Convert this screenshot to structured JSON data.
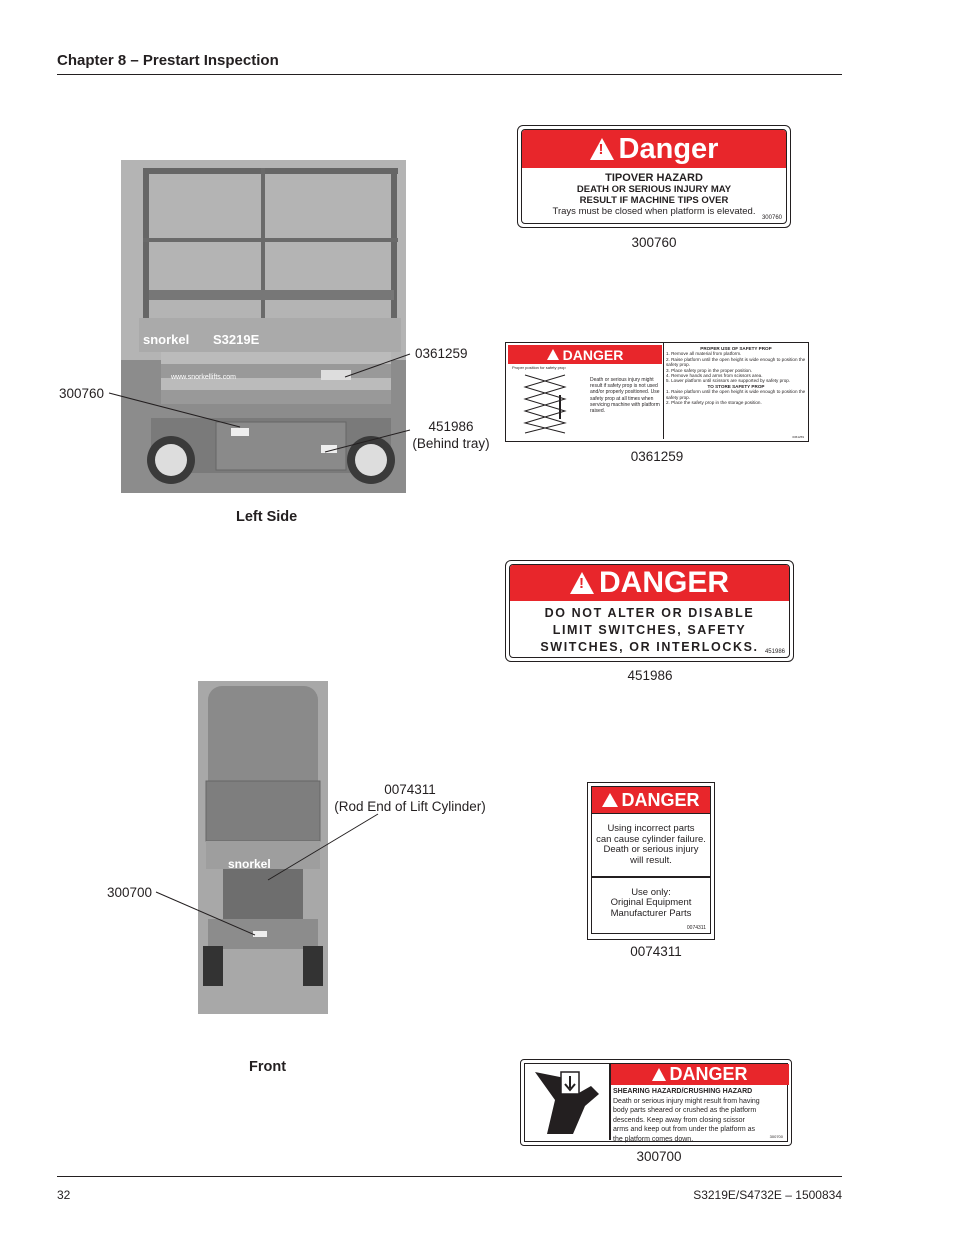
{
  "header": {
    "chapter_title": "Chapter 8 – Prestart Inspection"
  },
  "footer": {
    "page_number": "32",
    "doc_id": "S3219E/S4732E – 1500834"
  },
  "photos": {
    "left_side": {
      "caption": "Left Side",
      "brand": "snorkel",
      "model": "S3219E",
      "url": "www.snorkellifts.com",
      "callout_0361259": "0361259",
      "callout_300760": "300760",
      "callout_451986": "451986",
      "callout_451986_note": "(Behind tray)"
    },
    "front": {
      "caption": "Front",
      "brand": "snorkel",
      "callout_0074311": "0074311",
      "callout_0074311_note": "(Rod End of Lift Cylinder)",
      "callout_300700": "300700"
    }
  },
  "decals": {
    "d300760": {
      "signal": "Danger",
      "hazard": "TIPOVER HAZARD",
      "line1": "DEATH OR SERIOUS INJURY MAY",
      "line2": "RESULT IF MACHINE TIPS OVER",
      "line3": "Trays must be closed when platform is elevated.",
      "id": "300760",
      "label": "300760"
    },
    "d0361259": {
      "signal": "DANGER",
      "diagram_label": "Proper position for safety prop",
      "warning": "Death or serious injury might result if safety prop is not used and/or properly positioned. Use safety prop at all times when servicing machine with platform raised.",
      "proper_use_title": "PROPER USE OF SAFETY PROP",
      "proper_use_steps": [
        "1. Remove all material from platform.",
        "2. Raise platform until the open height is wide enough to position the safety prop.",
        "3. Place safety prop in the proper position.",
        "4. Remove hands and arms from scissors area.",
        "5. Lower platform until scissors are supported by safety prop."
      ],
      "store_title": "TO STORE SAFETY PROP",
      "store_steps": [
        "1. Raise platform until the open height is wide enough to position the safety prop.",
        "2. Place the safety prop in the storage position."
      ],
      "id": "0361259",
      "label": "0361259"
    },
    "d451986": {
      "signal": "DANGER",
      "line1": "DO NOT ALTER OR DISABLE",
      "line2": "LIMIT SWITCHES, SAFETY",
      "line3": "SWITCHES, OR INTERLOCKS.",
      "id": "451986",
      "label": "451986"
    },
    "d0074311": {
      "signal": "DANGER",
      "text1_l1": "Using incorrect parts",
      "text1_l2": "can cause cylinder failure.",
      "text1_l3": "Death or serious injury",
      "text1_l4": "will result.",
      "text2_l1": "Use only:",
      "text2_l2": "Original Equipment",
      "text2_l3": "Manufacturer Parts",
      "id": "0074311",
      "label": "0074311"
    },
    "d300700": {
      "signal": "DANGER",
      "hazard": "SHEARING HAZARD/CRUSHING HAZARD",
      "l1": "Death or serious injury might result from having",
      "l2": "body parts sheared or crushed as the platform",
      "l3": "descends. Keep away from closing scissor",
      "l4": "arms and keep out from under the platform as",
      "l5": "the platform comes down.",
      "id": "300700",
      "label": "300700"
    }
  },
  "colors": {
    "danger_red": "#e8262b",
    "ink": "#231f20",
    "photo_gray": "#9a9a9a"
  }
}
